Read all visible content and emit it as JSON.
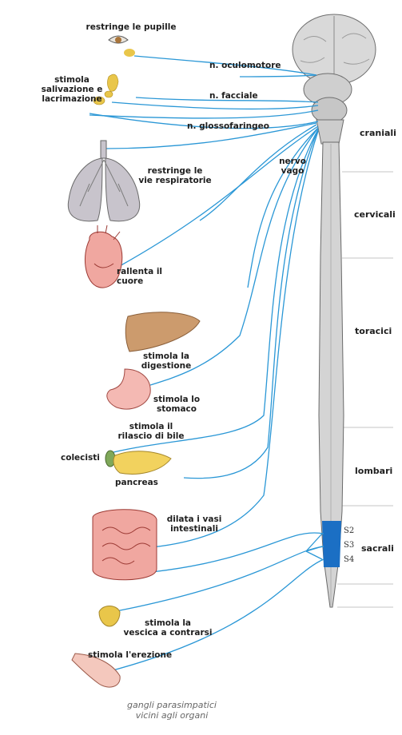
{
  "effects": {
    "pupils": "restringe le pupille",
    "salivation": "stimola\nsalivazione e\nlacrimazione",
    "airways": "restringe le\nvie respiratorie",
    "heart": "rallenta il\ncuore",
    "digestion": "stimola la\ndigestione",
    "stomach": "stimola lo\nstomaco",
    "bile": "stimola il\nrilascio di bile",
    "intestine": "dilata i vasi\nintestinali",
    "bladder": "stimola la\nvescica a contrarsi",
    "erection": "stimola l'erezione"
  },
  "organs": {
    "gallbladder": "colecisti",
    "pancreas": "pancreas"
  },
  "nerves": {
    "oculomotor": "n. oculomotore",
    "facial": "n. facciale",
    "glossopharyngeal": "n. glossofaringeo",
    "vagus": "nervo\nvago"
  },
  "segments": {
    "cranial": "craniali",
    "cervical": "cervicali",
    "thoracic": "toracici",
    "lumbar": "lombari",
    "sacral": "sacrali"
  },
  "sacral_roots": [
    "S2",
    "S3",
    "S4"
  ],
  "caption": "gangli parasimpatici\nvicini agli organi",
  "colors": {
    "nerve": "#2a97d6",
    "sacral": "#1b6fc4"
  }
}
